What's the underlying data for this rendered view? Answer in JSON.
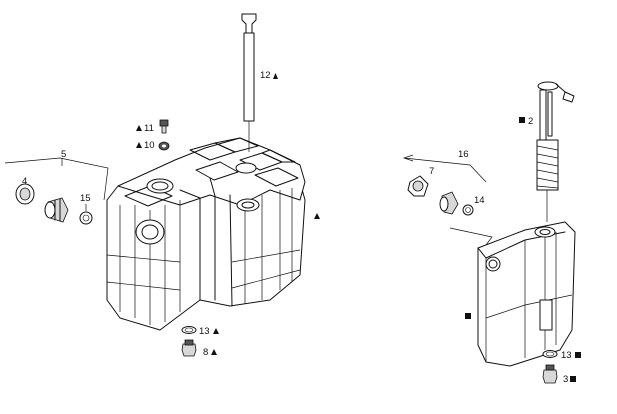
{
  "diagram": {
    "symbols": {
      "triangle": "filled-triangle",
      "square": "filled-square"
    },
    "callouts": [
      {
        "id": "c12",
        "label": "12",
        "symbol": "triangle"
      },
      {
        "id": "c11",
        "label": "11",
        "symbol": "triangle",
        "prefix": true
      },
      {
        "id": "c10",
        "label": "10",
        "symbol": "triangle",
        "prefix": true
      },
      {
        "id": "c5",
        "label": "5",
        "symbol": ""
      },
      {
        "id": "c4",
        "label": "4",
        "symbol": ""
      },
      {
        "id": "c15",
        "label": "15",
        "symbol": ""
      },
      {
        "id": "c13a",
        "label": "13",
        "symbol": "triangle"
      },
      {
        "id": "c8",
        "label": "8",
        "symbol": "triangle"
      },
      {
        "id": "ctank1",
        "label": "",
        "symbol": "triangle"
      },
      {
        "id": "c2",
        "label": "2",
        "symbol": "square",
        "prefix": true
      },
      {
        "id": "c16",
        "label": "16",
        "symbol": ""
      },
      {
        "id": "c7",
        "label": "7",
        "symbol": ""
      },
      {
        "id": "c14",
        "label": "14",
        "symbol": ""
      },
      {
        "id": "ctank2",
        "label": "",
        "symbol": "square"
      },
      {
        "id": "c13b",
        "label": "13",
        "symbol": "square"
      },
      {
        "id": "c3",
        "label": "3",
        "symbol": "square"
      }
    ]
  }
}
